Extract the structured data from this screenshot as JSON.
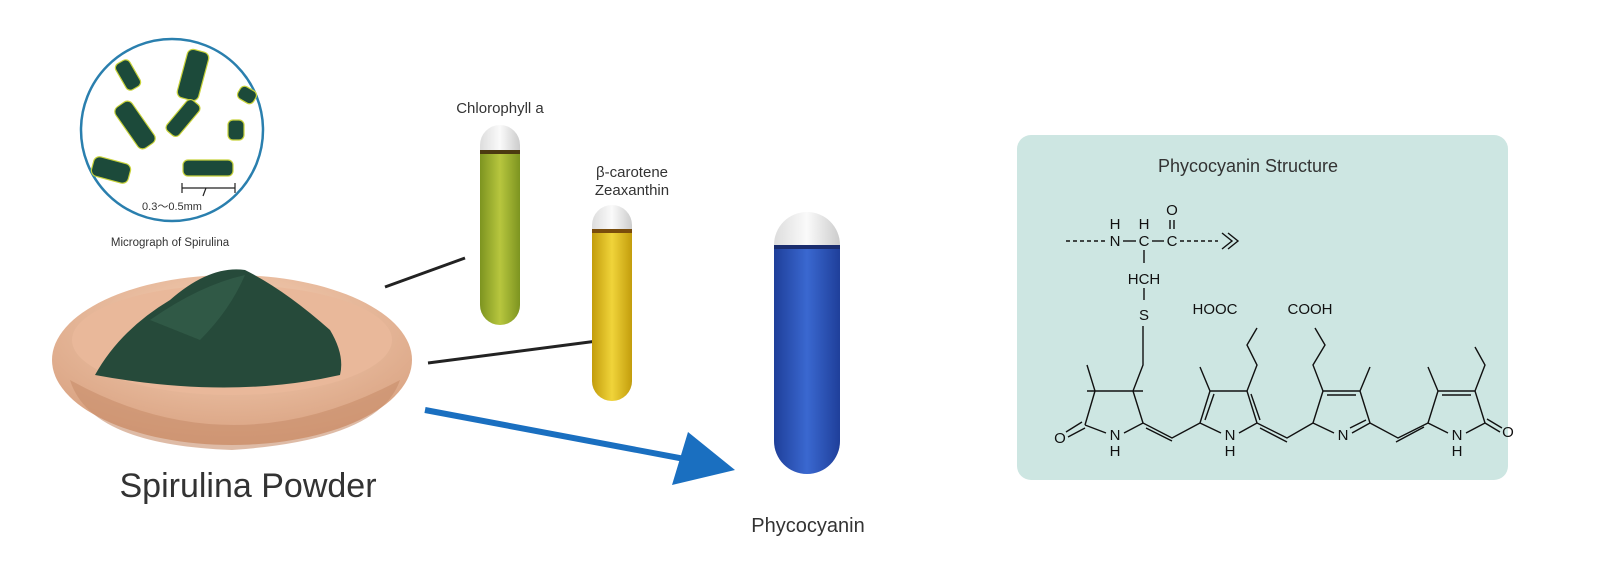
{
  "micrograph": {
    "scale_label": "0.3〜0.5mm",
    "caption": "Micrograph of Spirulina"
  },
  "powder": {
    "label": "Spirulina Powder"
  },
  "tubes": [
    {
      "label_lines": [
        "Chlorophyll a"
      ],
      "color": "#9aae2a"
    },
    {
      "label_lines": [
        "β-carotene",
        "Zeaxanthin"
      ],
      "color": "#d9b918"
    },
    {
      "label_lines": [
        "Phycocyanin"
      ],
      "color": "#2f55b8"
    }
  ],
  "structure": {
    "title": "Phycocyanin Structure",
    "atoms": {
      "H": "H",
      "N": "N",
      "C": "C",
      "O": "O",
      "HCH": "HCH",
      "S": "S",
      "HOOC": "HOOC",
      "COOH": "COOH"
    }
  },
  "colors": {
    "arrow": "#1a6fc0",
    "panel": "#cde6e2",
    "circle": "#2a7fae"
  }
}
